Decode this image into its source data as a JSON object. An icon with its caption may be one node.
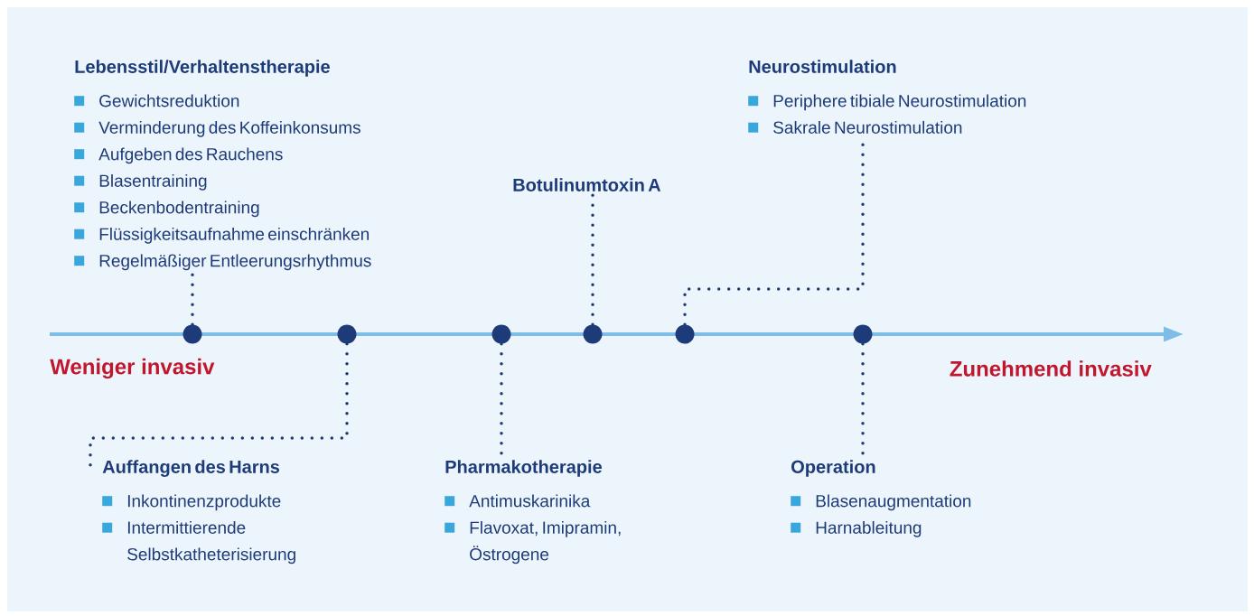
{
  "diagram": {
    "nodes": [
      {
        "text": [
          "Lebensstil/Verhaltenstherapie",
          "Gewichtsreduktion",
          "Verminderung des Koffeinkonsums",
          "Aufgeben des Rauchens",
          "Blasentraining",
          "Beckenbodentraining",
          "Flüssigkeitsaufnahme einschränken",
          "Regelmäßiger Entleerungsrhythmus"
        ]
      },
      {
        "text": [
          "Neurostimulation",
          "Periphere tibiale Neurostimulation",
          "Sakrale Neurostimulation"
        ]
      },
      {
        "text": [
          "Botulinumtoxin A"
        ]
      },
      {
        "text": [],
        "shape": "circle"
      },
      {
        "text": [],
        "shape": "circle"
      },
      {
        "text": [],
        "shape": "circle"
      },
      {
        "text": [],
        "shape": "circle"
      },
      {
        "text": [],
        "shape": "circle"
      },
      {
        "text": [],
        "shape": "circle"
      },
      {
        "text": [
          "Auffangen des Harns",
          "Inkontinenzprodukte",
          "Intermittierende Selbstkatheterisierung"
        ]
      },
      {
        "text": [
          "Pharmakotherapie",
          "Antimuskarinika",
          "Flavoxat, Imipramin, Östrogene"
        ]
      },
      {
        "text": [
          "Operation",
          "Blasenaugmentation",
          "Harnableitung"
        ]
      }
    ],
    "edges": [
      {
        "from": 3,
        "to": 0,
        "arrow": "none"
      },
      {
        "from": 4,
        "to": 9,
        "arrow": "none"
      },
      {
        "from": 5,
        "to": 10,
        "arrow": "none"
      },
      {
        "from": 6,
        "to": 2,
        "arrow": "none"
      },
      {
        "from": 7,
        "to": 1,
        "arrow": "none"
      },
      {
        "from": 8,
        "to": 11,
        "arrow": "none"
      }
    ],
    "labels": [
      "Weniger invasiv",
      "Zunehmend invasiv"
    ]
  }
}
